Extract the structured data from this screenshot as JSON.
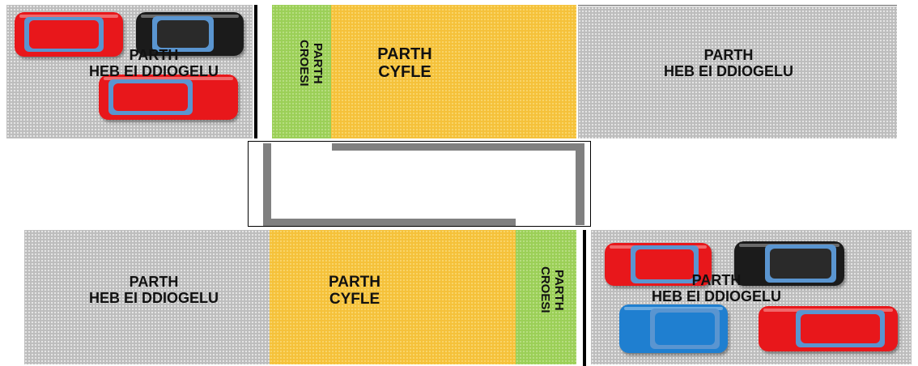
{
  "zones": {
    "top_left_footway": "PARTH\nHEB EI DDIOGELU",
    "top_crossing": "PARTH\nCROESI",
    "top_cycle": "PARTH\nCYFLE",
    "top_right_footway": "PARTH\nHEB EI DDIOGELU",
    "bottom_left_footway": "PARTH\nHEB EI DDIOGELU",
    "bottom_cycle": "PARTH\nCYFLE",
    "bottom_crossing": "PARTH\nCROESI",
    "bottom_right_footway": "PARTH\nHEB EI DDIOGELU"
  },
  "cars": [
    {
      "id": "car-1",
      "color": "red"
    },
    {
      "id": "car-2",
      "color": "black"
    },
    {
      "id": "car-3",
      "color": "red"
    },
    {
      "id": "car-4",
      "color": "red"
    },
    {
      "id": "car-5",
      "color": "black"
    },
    {
      "id": "car-6",
      "color": "blue"
    },
    {
      "id": "car-7",
      "color": "red"
    }
  ],
  "colors": {
    "footway": "#bdbdbd",
    "cycle_lane": "#f5c13a",
    "crossing": "#9bcf57",
    "car_red": "#e8171b",
    "car_black": "#1b1b1b",
    "car_blue": "#1f7fd0",
    "window": "#5a95d0"
  }
}
